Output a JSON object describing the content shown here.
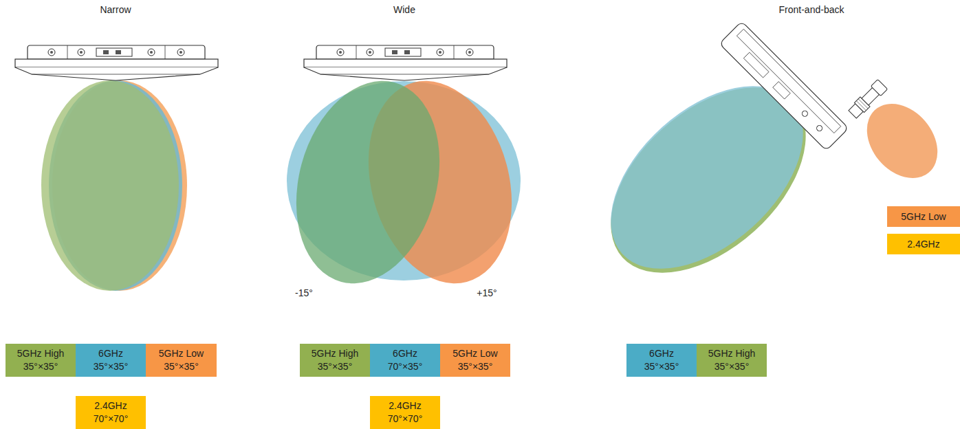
{
  "diagram": {
    "nodes": [
      {
        "text": [
          "5GHz High",
          "35°×35°"
        ]
      },
      {
        "text": [
          "6GHz",
          "35°×35°"
        ]
      },
      {
        "text": [
          "5GHz Low",
          "35°×35°"
        ]
      },
      {
        "text": [
          "2.4GHz",
          "70°×70°"
        ]
      },
      {
        "text": [
          "5GHz High",
          "35°×35°"
        ]
      },
      {
        "text": [
          "6GHz",
          "70°×35°"
        ]
      },
      {
        "text": [
          "5GHz Low",
          "35°×35°"
        ]
      },
      {
        "text": [
          "2.4GHz",
          "70°×70°"
        ]
      },
      {
        "text": [
          "5GHz Low"
        ]
      },
      {
        "text": [
          "2.4GHz"
        ]
      },
      {
        "text": [
          "6GHz",
          "35°×35°"
        ]
      },
      {
        "text": [
          "5GHz High",
          "35°×35°"
        ]
      }
    ],
    "labels": [
      "Narrow",
      "Wide",
      "Front-and-back",
      "-15°",
      "+15°"
    ]
  }
}
